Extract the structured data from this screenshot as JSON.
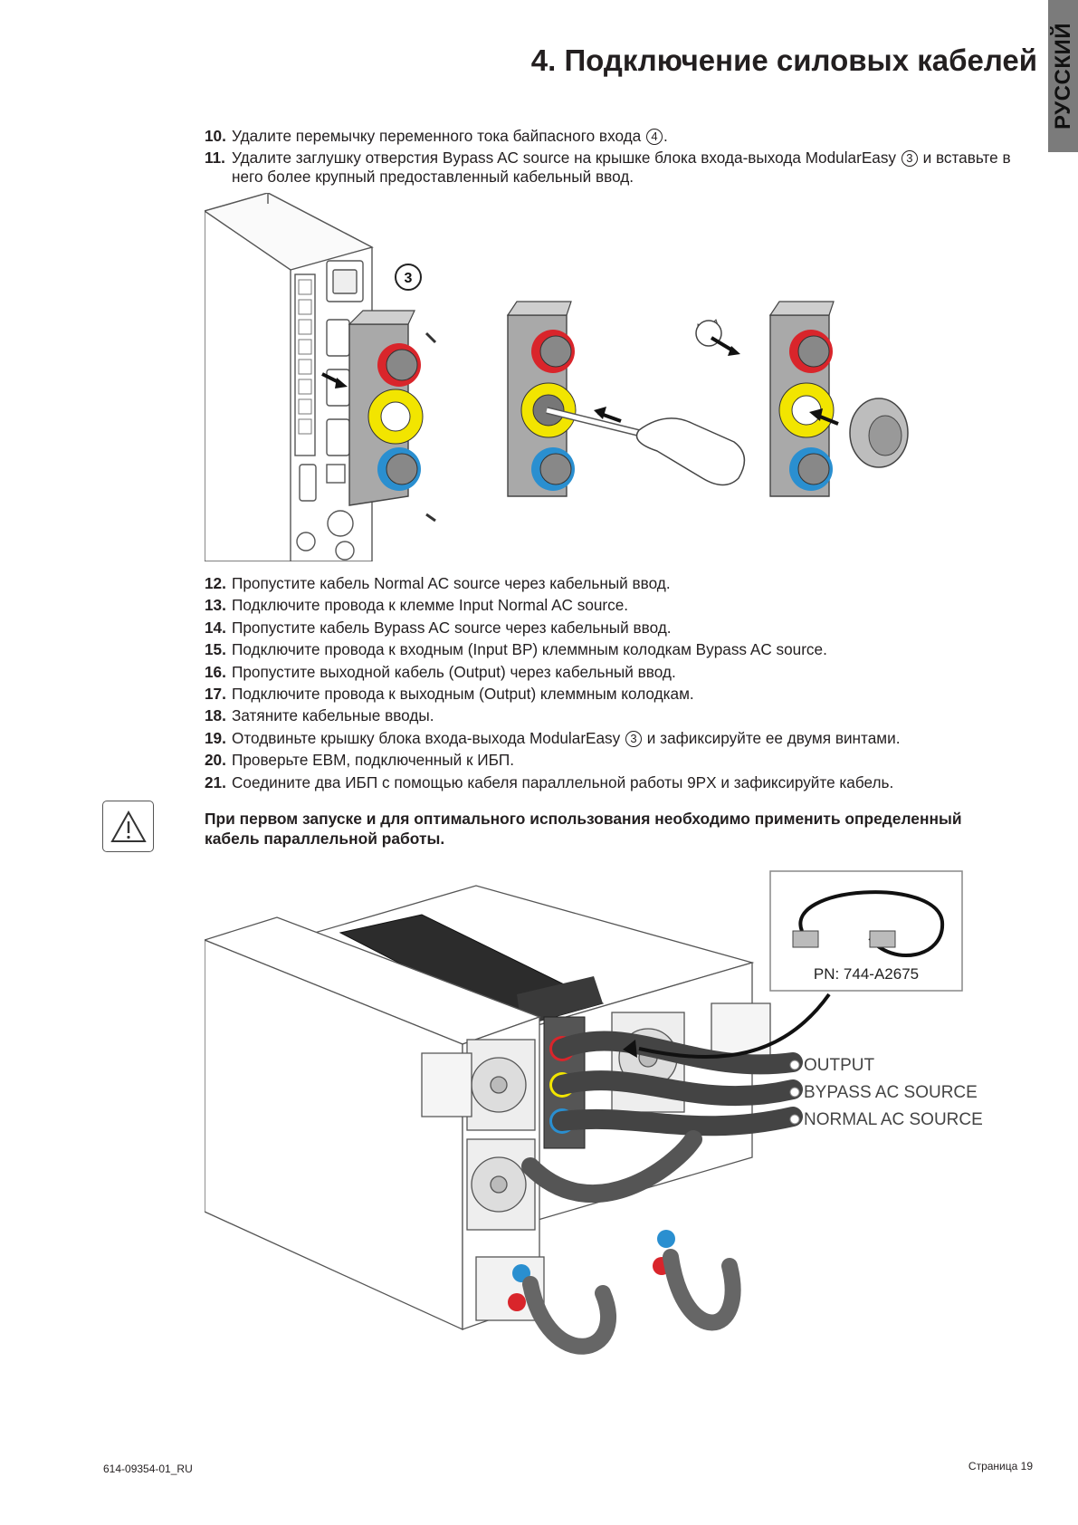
{
  "side_tab": {
    "label": "РУССКИЙ"
  },
  "header": {
    "title": "4. Подключение силовых кабелей"
  },
  "steps_top": [
    {
      "num": "10.",
      "text": "Удалите перемычку переменного тока байпасного входа",
      "marker": "4",
      "after": "."
    },
    {
      "num": "11.",
      "text": "Удалите заглушку отверстия Bypass AC source на крышке блока входа-выхода ModularEasy",
      "marker": "3",
      "after": " и вставьте в него более крупный предоставленный кабельный ввод."
    }
  ],
  "figure_top": {
    "callout": "3"
  },
  "steps_bottom": [
    {
      "num": "12.",
      "text": "Пропустите кабель Normal AC source через кабельный ввод."
    },
    {
      "num": "13.",
      "text": "Подключите провода к клемме Input Normal AC source."
    },
    {
      "num": "14.",
      "text": "Пропустите кабель Bypass AC source через кабельный ввод."
    },
    {
      "num": "15.",
      "text": "Подключите провода к входным (Input BP) клеммным колодкам Bypass AC source."
    },
    {
      "num": "16.",
      "text": "Пропустите выходной кабель (Output) через кабельный ввод."
    },
    {
      "num": "17.",
      "text": "Подключите провода к выходным (Output) клеммным колодкам."
    },
    {
      "num": "18.",
      "text": "Затяните кабельные вводы."
    },
    {
      "num": "19.",
      "text": "Отодвиньте крышку блока входа-выхода ModularEasy",
      "marker": "3",
      "after": " и зафиксируйте ее двумя винтами."
    },
    {
      "num": "20.",
      "text": "Проверьте EBM, подключенный к ИБП."
    },
    {
      "num": "21.",
      "text": "Соедините два ИБП с помощью кабеля параллельной работы 9PX и зафиксируйте кабель."
    }
  ],
  "warning": {
    "icon": "warning-triangle-icon",
    "text": "При первом запуске и для оптимального использования необходимо применить определенный кабель параллельной работы."
  },
  "figure_bottom": {
    "part_number": "PN: 744-A2675",
    "cable_labels": [
      "OUTPUT",
      "BYPASS AC SOURCE",
      "NORMAL AC SOURCE"
    ]
  },
  "footer": {
    "doc_code": "614-09354-01_RU",
    "page": "Страница 19"
  },
  "colors": {
    "tab_bg": "#7b7b7b",
    "red": "#d9252b",
    "yellow": "#f2e500",
    "blue": "#2a8fd0",
    "box_gray": "#a9a9a9"
  }
}
